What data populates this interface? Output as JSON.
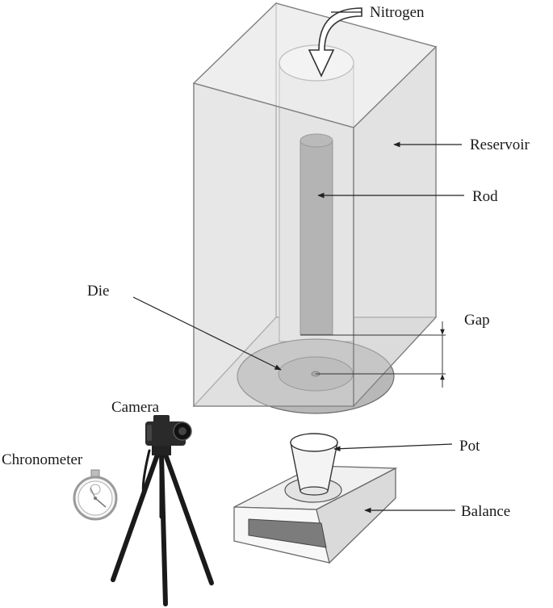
{
  "labels": {
    "nitrogen": "Nitrogen",
    "reservoir": "Reservoir",
    "rod": "Rod",
    "die": "Die",
    "gap": "Gap",
    "camera": "Camera",
    "pot": "Pot",
    "chronometer": "Chronometer",
    "balance": "Balance"
  }
}
